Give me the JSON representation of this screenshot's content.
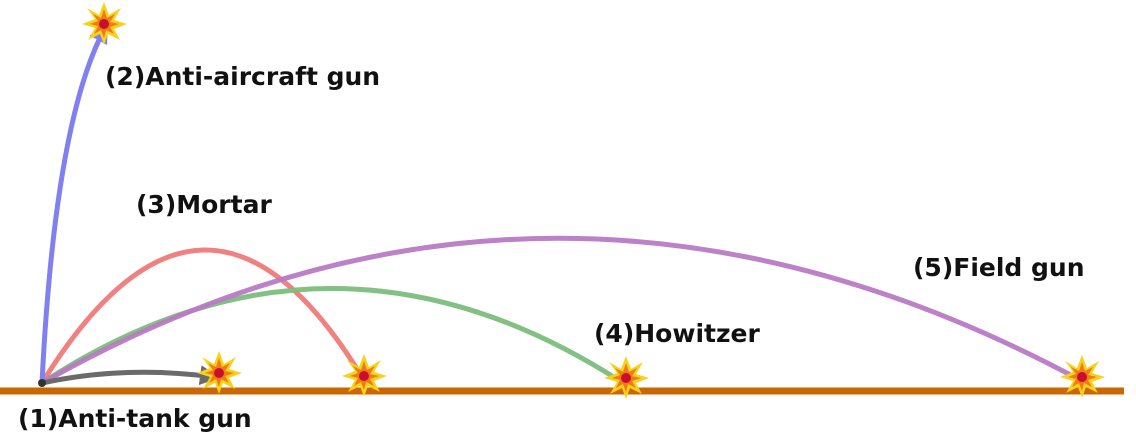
{
  "colors": {
    "ground": "#cc6600",
    "anti_tank": "#6b6b6b",
    "anti_aircraft": "#8080f0",
    "mortar": "#f07a7a",
    "howitzer": "#7cbd7c",
    "field_gun": "#b87ac4",
    "explosion_outer": "#f7d21a",
    "explosion_mid": "#f07a18",
    "explosion_core": "#c8102e"
  },
  "labels": {
    "anti_tank": "(1)Anti-tank gun",
    "anti_aircraft": "(2)Anti-aircraft gun",
    "mortar": "(3)Mortar",
    "howitzer": "(4)Howitzer",
    "field_gun": "(5)Field gun"
  },
  "icons": {
    "explosion": "explosion-icon",
    "launch_point": "launch-point-icon"
  }
}
